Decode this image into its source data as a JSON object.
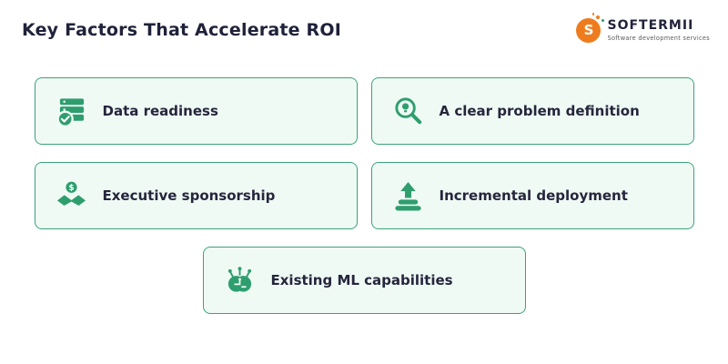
{
  "title": "Key Factors That Accelerate ROI",
  "logo": {
    "letter": "S",
    "name": "SOFTERMII",
    "tagline": "Software development services"
  },
  "colors": {
    "accent_green": "#2F9E6E",
    "card_bg": "#F0FAF5",
    "card_border": "#3BA379",
    "text_dark": "#20223A",
    "logo_orange": "#EE7C1E"
  },
  "cards": [
    {
      "label": "Data readiness",
      "icon": "server-check-icon"
    },
    {
      "label": "A clear problem definition",
      "icon": "magnifier-alert-icon"
    },
    {
      "label": "Executive sponsorship",
      "icon": "handshake-dollar-icon"
    },
    {
      "label": "Incremental deployment",
      "icon": "upload-layers-icon"
    },
    {
      "label": "Existing ML capabilities",
      "icon": "brain-circuit-icon"
    }
  ]
}
